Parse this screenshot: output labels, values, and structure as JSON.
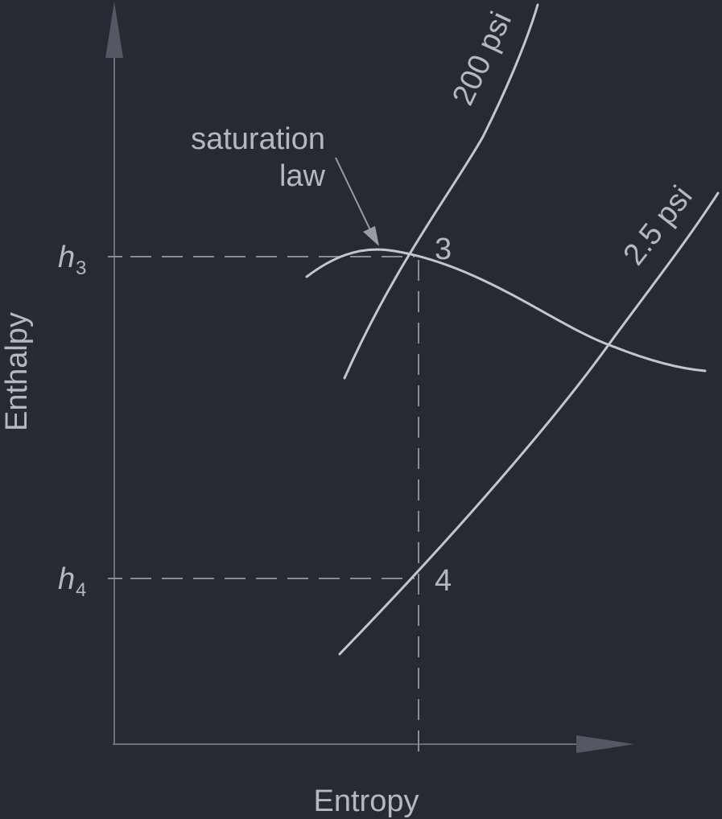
{
  "diagram": {
    "x_axis_label": "Entropy",
    "y_axis_label": "Enthalpy",
    "saturation_label_line1": "saturation",
    "saturation_label_line2": "law",
    "h3_symbol": "h",
    "h3_subscript": "3",
    "h4_symbol": "h",
    "h4_subscript": "4",
    "point3_label": "3",
    "point4_label": "4",
    "isobar_high_label": "200 psi",
    "isobar_low_label": "2.5 psi"
  },
  "colors": {
    "background": "#272a33",
    "axis": "#6e7079",
    "curve": "#c4c6cc",
    "dashed": "#8a8c94",
    "text": "#b6b8be"
  }
}
